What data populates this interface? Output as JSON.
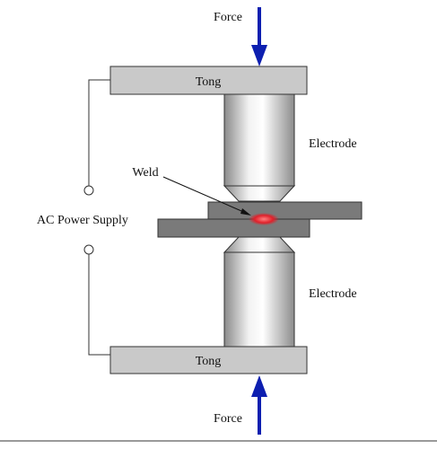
{
  "labels": {
    "force_top": "Force",
    "force_bottom": "Force",
    "tong_top": "Tong",
    "tong_bottom": "Tong",
    "electrode_top": "Electrode",
    "electrode_bottom": "Electrode",
    "weld": "Weld",
    "power_supply": "AC Power Supply"
  },
  "colors": {
    "arrow": "#0d1fb0",
    "tong_fill": "#c9c9c9",
    "plate_fill": "#7a7a7a",
    "weld_nugget": "#e0202a",
    "wire": "#333333"
  }
}
